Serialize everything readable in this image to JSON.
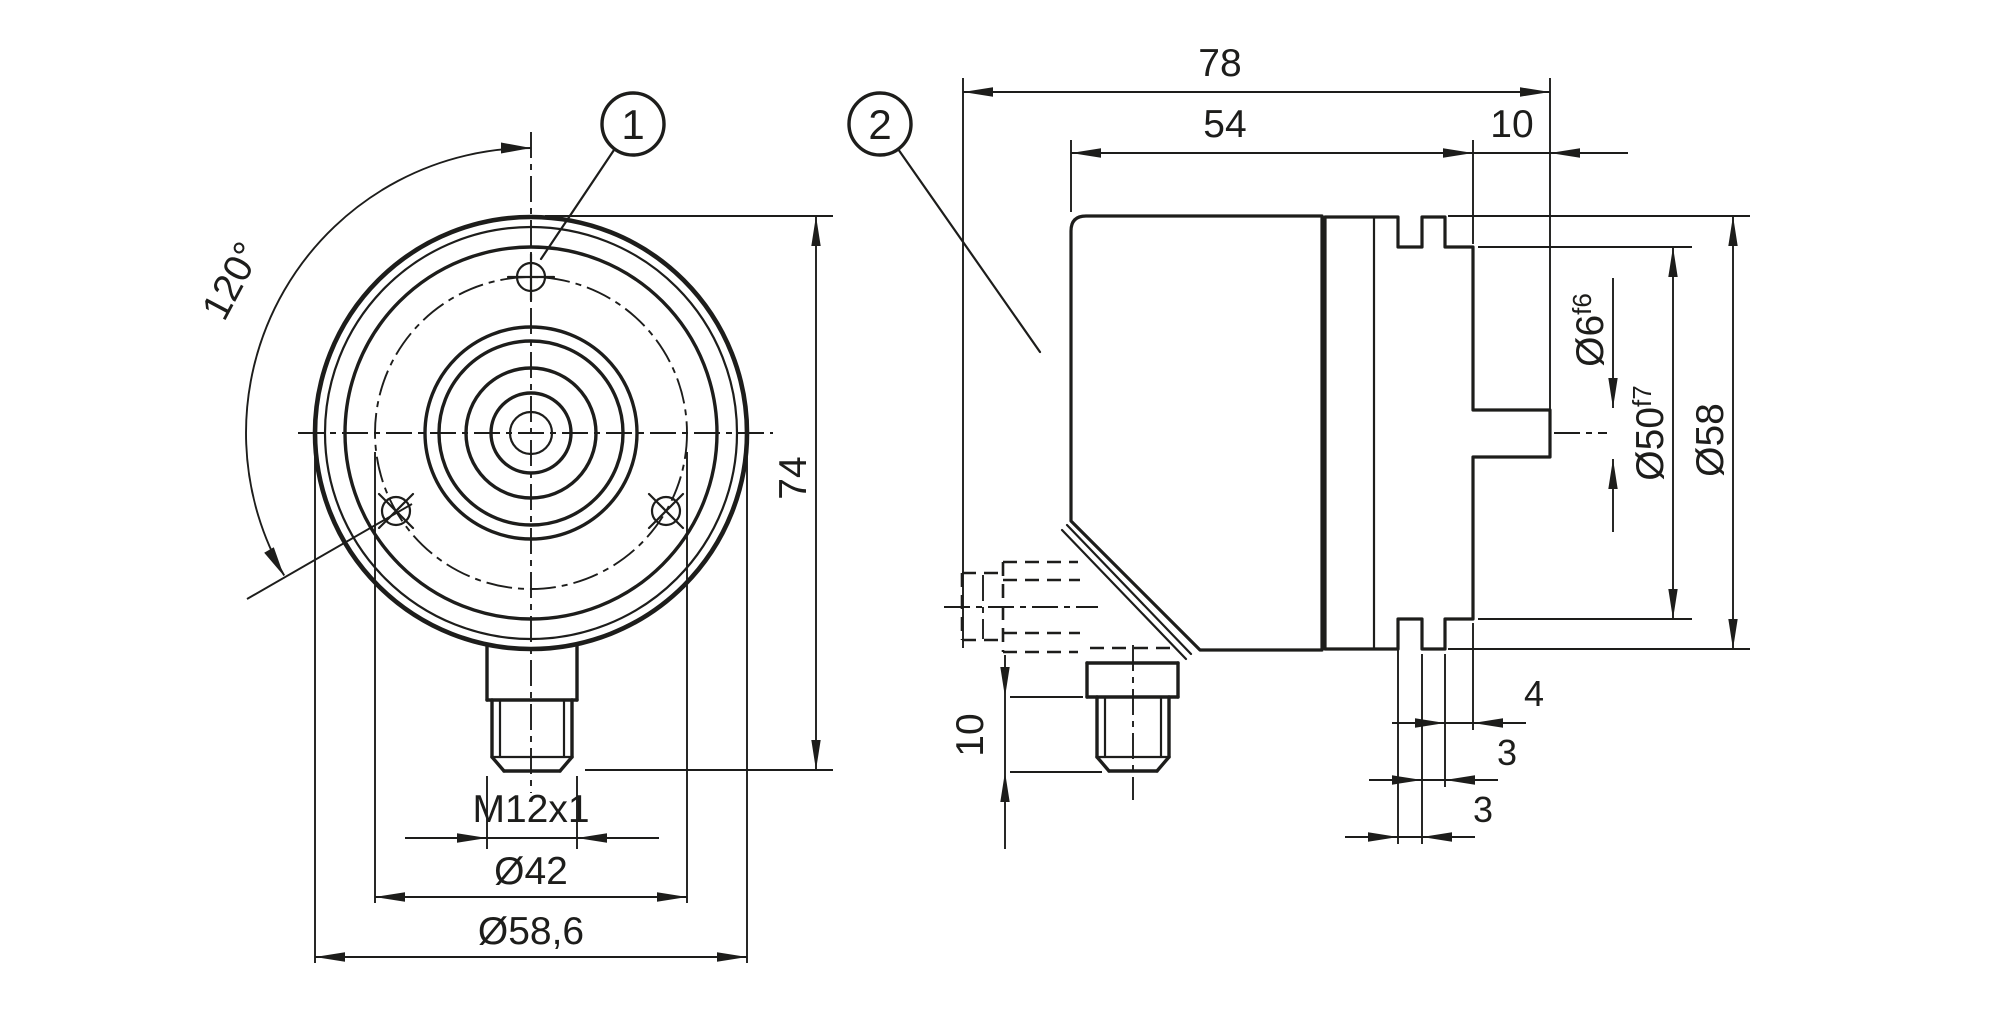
{
  "drawing": {
    "colors": {
      "line": "#1d1d1b",
      "background": "#ffffff"
    },
    "front": {
      "callout": "1",
      "angle": "120°",
      "height": "74",
      "thread": "M12x1",
      "bolt_circle": "Ø42",
      "outer_dia": "Ø58,6"
    },
    "side": {
      "callout": "2",
      "total_depth": "78",
      "body_depth": "54",
      "shaft_length": "10",
      "shaft_dia": "Ø6",
      "shaft_fit": "f6",
      "pilot_dia": "Ø50",
      "pilot_fit": "f7",
      "flange_dia": "Ø58",
      "pilot_width": "4",
      "groove_front": "3",
      "groove_rear": "3",
      "connector_thread_length": "10"
    }
  }
}
